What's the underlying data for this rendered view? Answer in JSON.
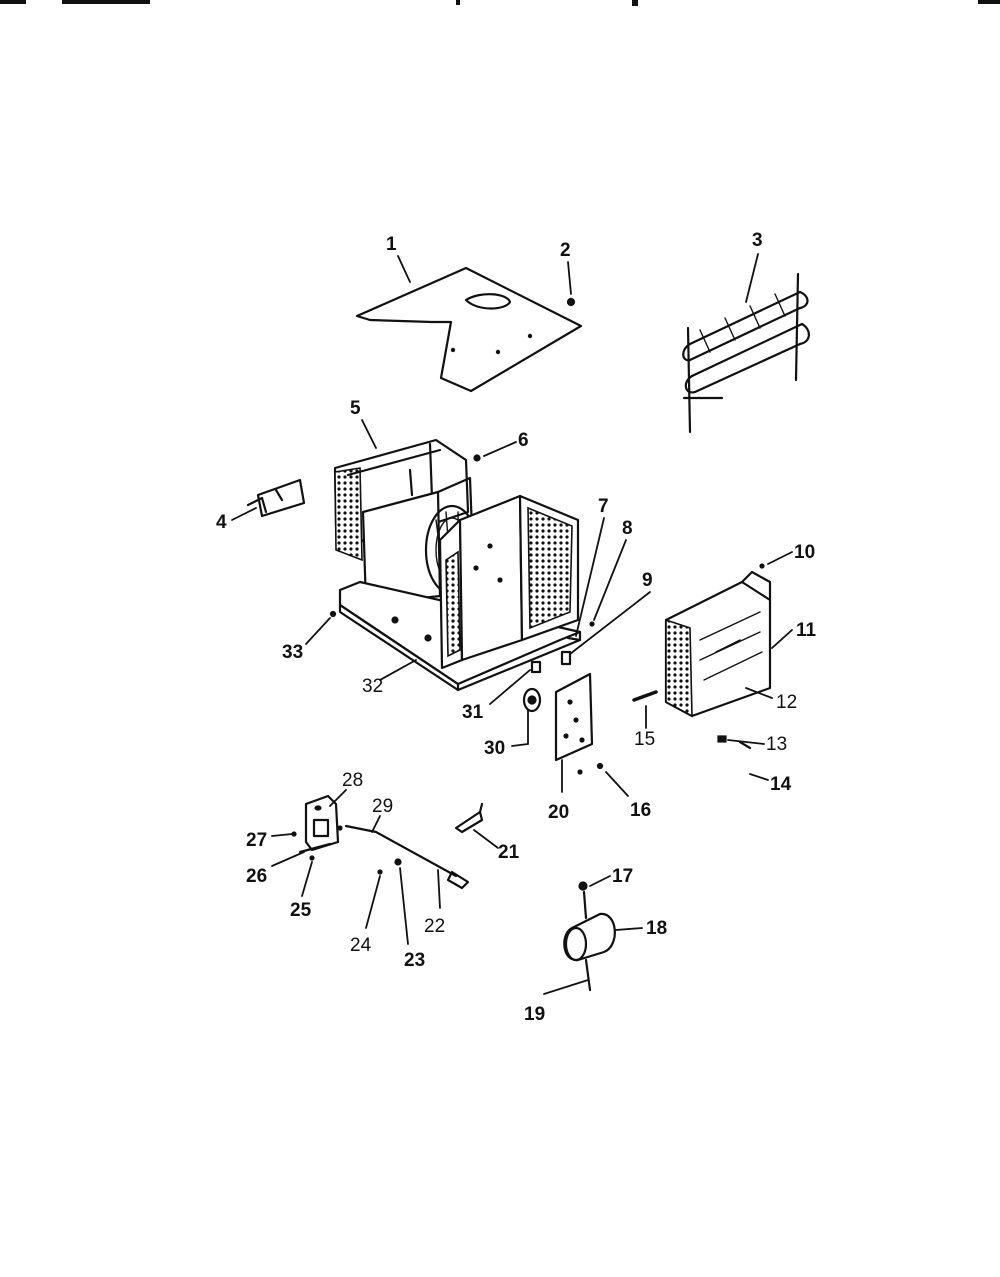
{
  "colors": {
    "ink": "#111111",
    "paper": "#ffffff"
  },
  "labels": [
    {
      "id": "1",
      "text": "1",
      "bold": true
    },
    {
      "id": "2",
      "text": "2",
      "bold": true
    },
    {
      "id": "3",
      "text": "3",
      "bold": true
    },
    {
      "id": "4",
      "text": "4",
      "bold": true
    },
    {
      "id": "5",
      "text": "5",
      "bold": true
    },
    {
      "id": "6",
      "text": "6",
      "bold": true
    },
    {
      "id": "7",
      "text": "7",
      "bold": true
    },
    {
      "id": "8",
      "text": "8",
      "bold": true
    },
    {
      "id": "9",
      "text": "9",
      "bold": true
    },
    {
      "id": "10",
      "text": "10",
      "bold": true
    },
    {
      "id": "11",
      "text": "11",
      "bold": true
    },
    {
      "id": "12",
      "text": "12",
      "bold": false
    },
    {
      "id": "13",
      "text": "13",
      "bold": false
    },
    {
      "id": "14",
      "text": "14",
      "bold": true
    },
    {
      "id": "15",
      "text": "15",
      "bold": false
    },
    {
      "id": "16",
      "text": "16",
      "bold": true
    },
    {
      "id": "17",
      "text": "17",
      "bold": true
    },
    {
      "id": "18",
      "text": "18",
      "bold": true
    },
    {
      "id": "19",
      "text": "19",
      "bold": true
    },
    {
      "id": "20",
      "text": "20",
      "bold": true
    },
    {
      "id": "21",
      "text": "21",
      "bold": true
    },
    {
      "id": "22",
      "text": "22",
      "bold": false
    },
    {
      "id": "23",
      "text": "23",
      "bold": true
    },
    {
      "id": "24",
      "text": "24",
      "bold": false
    },
    {
      "id": "25",
      "text": "25",
      "bold": true
    },
    {
      "id": "26",
      "text": "26",
      "bold": true
    },
    {
      "id": "27",
      "text": "27",
      "bold": true
    },
    {
      "id": "28",
      "text": "28",
      "bold": false
    },
    {
      "id": "29",
      "text": "29",
      "bold": false
    },
    {
      "id": "30",
      "text": "30",
      "bold": true
    },
    {
      "id": "31",
      "text": "31",
      "bold": true
    },
    {
      "id": "32",
      "text": "32",
      "bold": false
    },
    {
      "id": "33",
      "text": "33",
      "bold": true
    }
  ]
}
